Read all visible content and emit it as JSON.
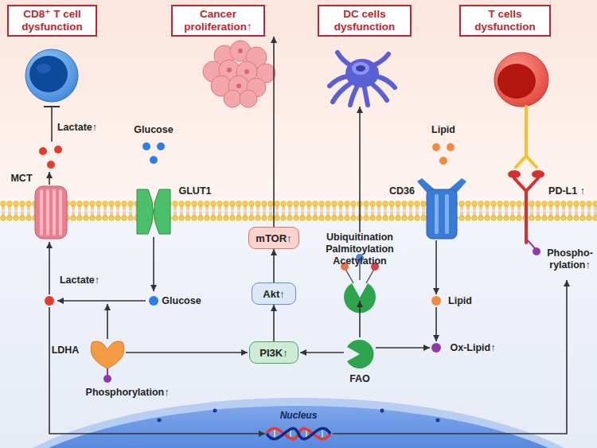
{
  "diagram": {
    "nodes": [
      {
        "text": [
          "CD8⁺ T cell dysfunction"
        ]
      },
      {
        "text": [
          "Cancer proliferation↑"
        ]
      },
      {
        "text": [
          "DC cells dysfunction"
        ]
      },
      {
        "text": [
          "T cells dysfunction"
        ]
      },
      {
        "text": [
          "mTOR↑"
        ]
      },
      {
        "text": [
          "Akt↑"
        ]
      },
      {
        "text": [
          "PI3K↑"
        ]
      }
    ],
    "edges": [
      {
        "from": 6,
        "to": 5,
        "arrow": "to"
      },
      {
        "from": 5,
        "to": 4,
        "arrow": "to"
      },
      {
        "from": 4,
        "to": 1,
        "arrow": "to"
      }
    ],
    "labels": [
      "Lactate↑",
      "Glucose",
      "Lipid",
      "MCT",
      "GLUT1",
      "CD36",
      "PD-L1 ↑",
      "Ubiquitination Palmitoylation Acetylation",
      "Phospho- rylation↑",
      "Lactate↑",
      "Glucose",
      "Lipid",
      "LDHA",
      "FAO",
      "Ox-Lipid↑",
      "Phosphorylation↑",
      "Nucleus"
    ]
  }
}
